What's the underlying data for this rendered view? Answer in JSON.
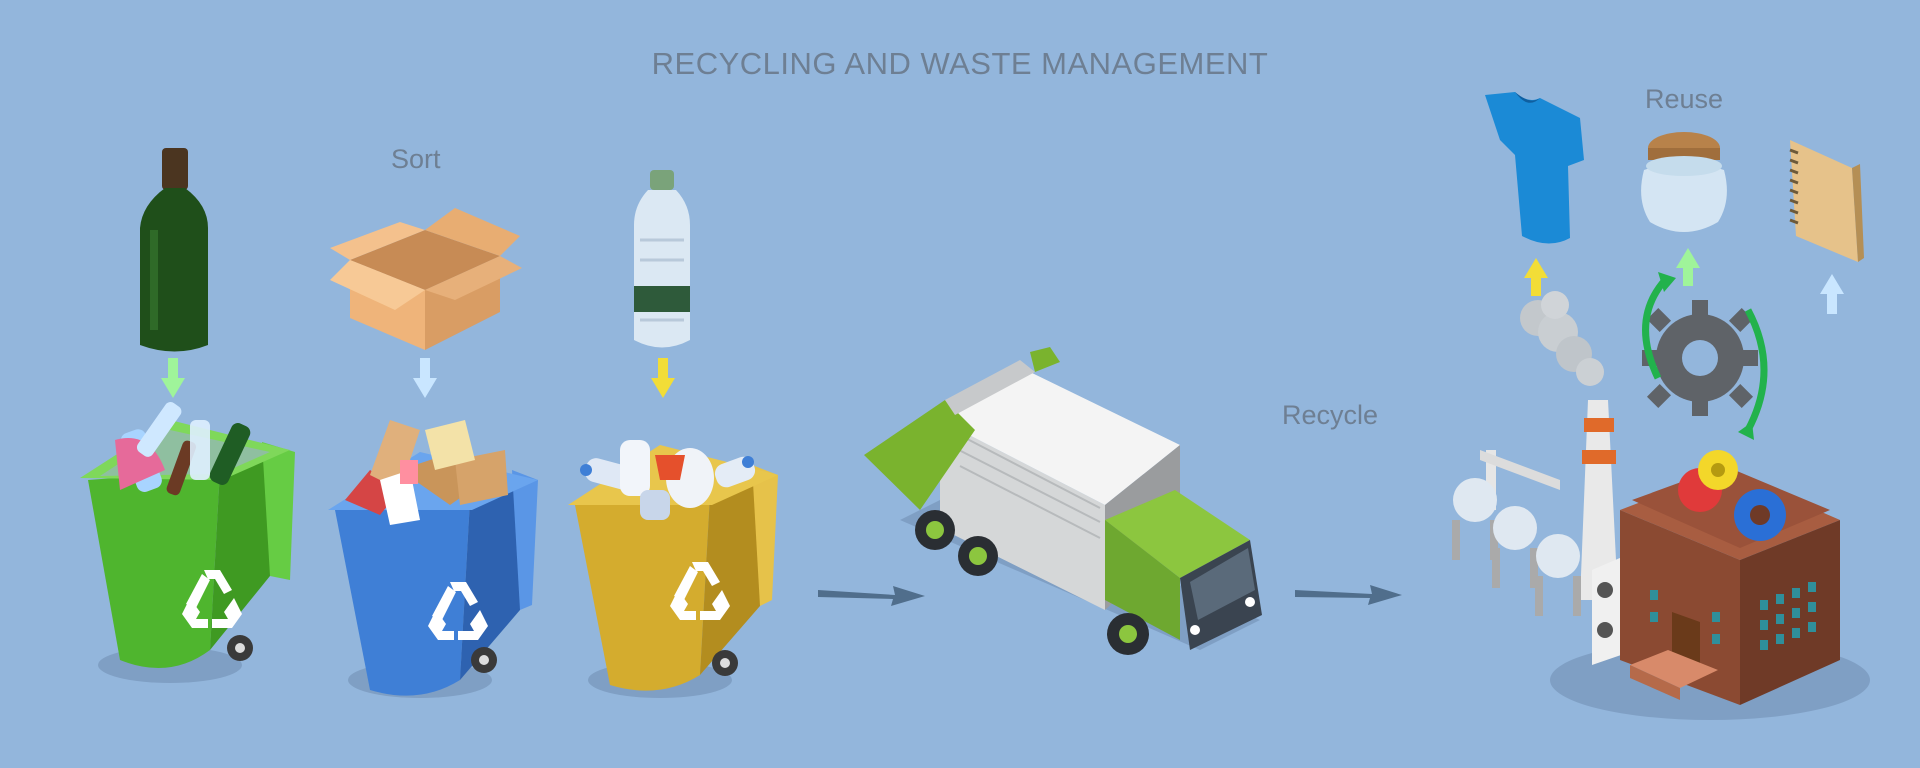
{
  "title": "RECYCLING AND WASTE MANAGEMENT",
  "steps": {
    "sort": "Sort",
    "recycle": "Recycle",
    "reuse": "Reuse"
  },
  "bins": [
    {
      "name": "glass",
      "color": "#5ec43a"
    },
    {
      "name": "paper",
      "color": "#3f7fd6"
    },
    {
      "name": "plastic",
      "color": "#d4ac2e"
    }
  ],
  "colors": {
    "background": "#93b6dc",
    "truck": "#8cc63f",
    "factory": "#8b4a32",
    "arrow_glass": "#9ff49a",
    "arrow_paper": "#c9e6ff",
    "arrow_plastic": "#f2dd37"
  },
  "icons": [
    "recycle-icon",
    "gear-icon",
    "t-shirt-icon",
    "jar-icon",
    "notebook-icon"
  ]
}
